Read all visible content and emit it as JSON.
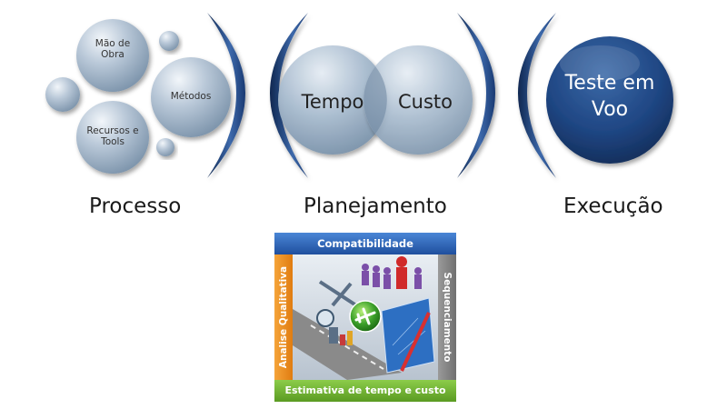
{
  "processo": {
    "bubbles": [
      "Mão de Obra",
      "Métodos",
      "Recursos e Tools"
    ],
    "label": "Processo"
  },
  "planejamento": {
    "circles": [
      "Tempo",
      "Custo"
    ],
    "label": "Planejamento"
  },
  "execucao": {
    "circle": "Teste em Voo",
    "label": "Execução"
  },
  "panel": {
    "top": "Compatibilidade",
    "left": "Analise Qualitativa",
    "right": "Sequenciamento",
    "bottom": "Estimativa de tempo e custo"
  },
  "colors": {
    "bubble_fill": "#9fb3c8",
    "execucao_fill": "#1f3f73",
    "bracket": "#1c3a70",
    "top_bar": "#2e62b5",
    "bottom_bar": "#6fb034",
    "left_bar": "#ef9226",
    "right_bar": "#858585"
  }
}
